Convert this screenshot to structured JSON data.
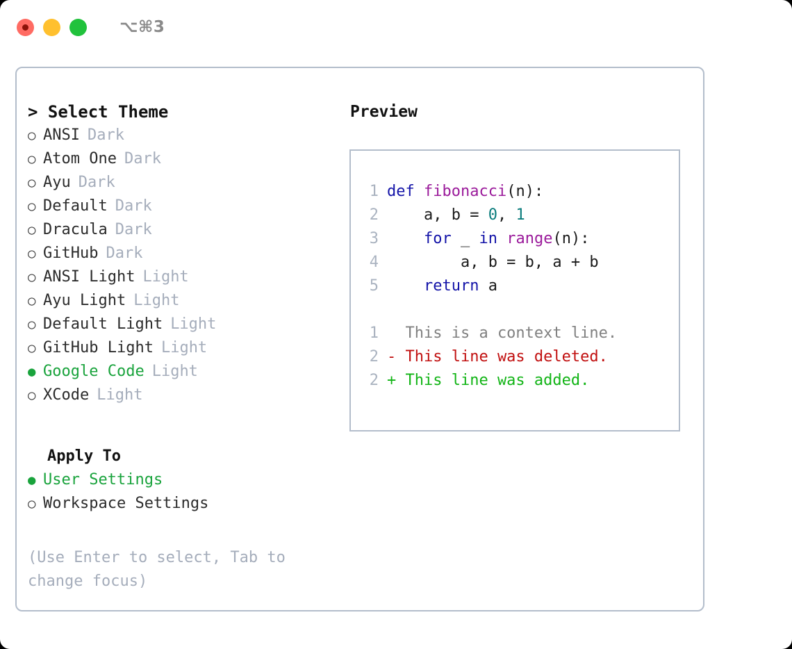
{
  "titlebar": {
    "shortcut": "⌥⌘3",
    "buttons": {
      "close": "close",
      "minimize": "minimize",
      "maximize": "maximize"
    }
  },
  "theme_selector": {
    "prompt": "> ",
    "title": "Select Theme",
    "bullet_selected": "●",
    "bullet_unselected": "○",
    "items": [
      {
        "label": "ANSI",
        "badge": "Dark",
        "selected": false
      },
      {
        "label": "Atom One",
        "badge": "Dark",
        "selected": false
      },
      {
        "label": "Ayu",
        "badge": "Dark",
        "selected": false
      },
      {
        "label": "Default",
        "badge": "Dark",
        "selected": false
      },
      {
        "label": "Dracula",
        "badge": "Dark",
        "selected": false
      },
      {
        "label": "GitHub",
        "badge": "Dark",
        "selected": false
      },
      {
        "label": "ANSI Light",
        "badge": "Light",
        "selected": false
      },
      {
        "label": "Ayu Light",
        "badge": "Light",
        "selected": false
      },
      {
        "label": "Default Light",
        "badge": "Light",
        "selected": false
      },
      {
        "label": "GitHub Light",
        "badge": "Light",
        "selected": false
      },
      {
        "label": "Google Code",
        "badge": "Light",
        "selected": true
      },
      {
        "label": "XCode",
        "badge": "Light",
        "selected": false
      }
    ]
  },
  "apply_to": {
    "title": "Apply To",
    "items": [
      {
        "label": "User Settings",
        "selected": true
      },
      {
        "label": "Workspace Settings",
        "selected": false
      }
    ]
  },
  "hint": "(Use Enter to select, Tab to change focus)",
  "preview": {
    "title": "Preview",
    "code_lines": [
      {
        "number": "1",
        "tokens": [
          {
            "text": "def ",
            "type": "kw"
          },
          {
            "text": "fibonacci",
            "type": "fn"
          },
          {
            "text": "(n):",
            "type": "pl"
          }
        ]
      },
      {
        "number": "2",
        "tokens": [
          {
            "text": "    a, b = ",
            "type": "pl"
          },
          {
            "text": "0",
            "type": "num"
          },
          {
            "text": ", ",
            "type": "pl"
          },
          {
            "text": "1",
            "type": "num"
          }
        ]
      },
      {
        "number": "3",
        "tokens": [
          {
            "text": "    ",
            "type": "pl"
          },
          {
            "text": "for",
            "type": "kw"
          },
          {
            "text": " _ ",
            "type": "pl"
          },
          {
            "text": "in",
            "type": "kw"
          },
          {
            "text": " ",
            "type": "pl"
          },
          {
            "text": "range",
            "type": "fn"
          },
          {
            "text": "(n):",
            "type": "pl"
          }
        ]
      },
      {
        "number": "4",
        "tokens": [
          {
            "text": "        a, b = b, a + b",
            "type": "pl"
          }
        ]
      },
      {
        "number": "5",
        "tokens": [
          {
            "text": "    ",
            "type": "pl"
          },
          {
            "text": "return",
            "type": "kw"
          },
          {
            "text": " a",
            "type": "pl"
          }
        ]
      }
    ],
    "diff_lines": [
      {
        "number": "1",
        "marker": "  ",
        "text": "This is a context line.",
        "type": "ctx"
      },
      {
        "number": "2",
        "marker": "- ",
        "text": "This line was deleted.",
        "type": "del"
      },
      {
        "number": "2",
        "marker": "+ ",
        "text": "This line was added.",
        "type": "add"
      }
    ]
  },
  "colors": {
    "accent_green": "#19a33c",
    "badge_muted": "#a5adbb",
    "border": "#b3bdcb",
    "keyword": "#1414a8",
    "function": "#9b1b9b",
    "number": "#0a7c7c",
    "diff_context": "#808080",
    "diff_deleted": "#c10f0f",
    "diff_added": "#11b415",
    "light_close": "#ff6b63",
    "light_minimize": "#ffc02e",
    "light_maximize": "#21c23c"
  }
}
